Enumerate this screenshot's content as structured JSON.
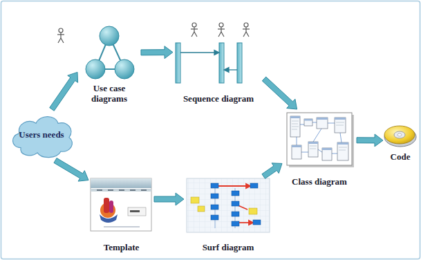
{
  "diagram": {
    "nodes": [
      {
        "text": [
          "Use case diagrams"
        ]
      },
      {
        "text": [
          "Sequence diagram"
        ]
      },
      {
        "text": [
          "Users needs"
        ]
      },
      {
        "text": [
          "Class diagram"
        ]
      },
      {
        "text": [
          "Code"
        ]
      },
      {
        "text": [
          "Template"
        ]
      },
      {
        "text": [
          "Surf diagram"
        ]
      }
    ],
    "edges": [
      {
        "from": 2,
        "to": 0,
        "arrow": "to"
      },
      {
        "from": 0,
        "to": 1,
        "arrow": "to"
      },
      {
        "from": 1,
        "to": 3,
        "arrow": "to"
      },
      {
        "from": 2,
        "to": 5,
        "arrow": "to"
      },
      {
        "from": 5,
        "to": 6,
        "arrow": "to"
      },
      {
        "from": 6,
        "to": 3,
        "arrow": "to"
      },
      {
        "from": 3,
        "to": 4,
        "arrow": "to"
      }
    ]
  }
}
